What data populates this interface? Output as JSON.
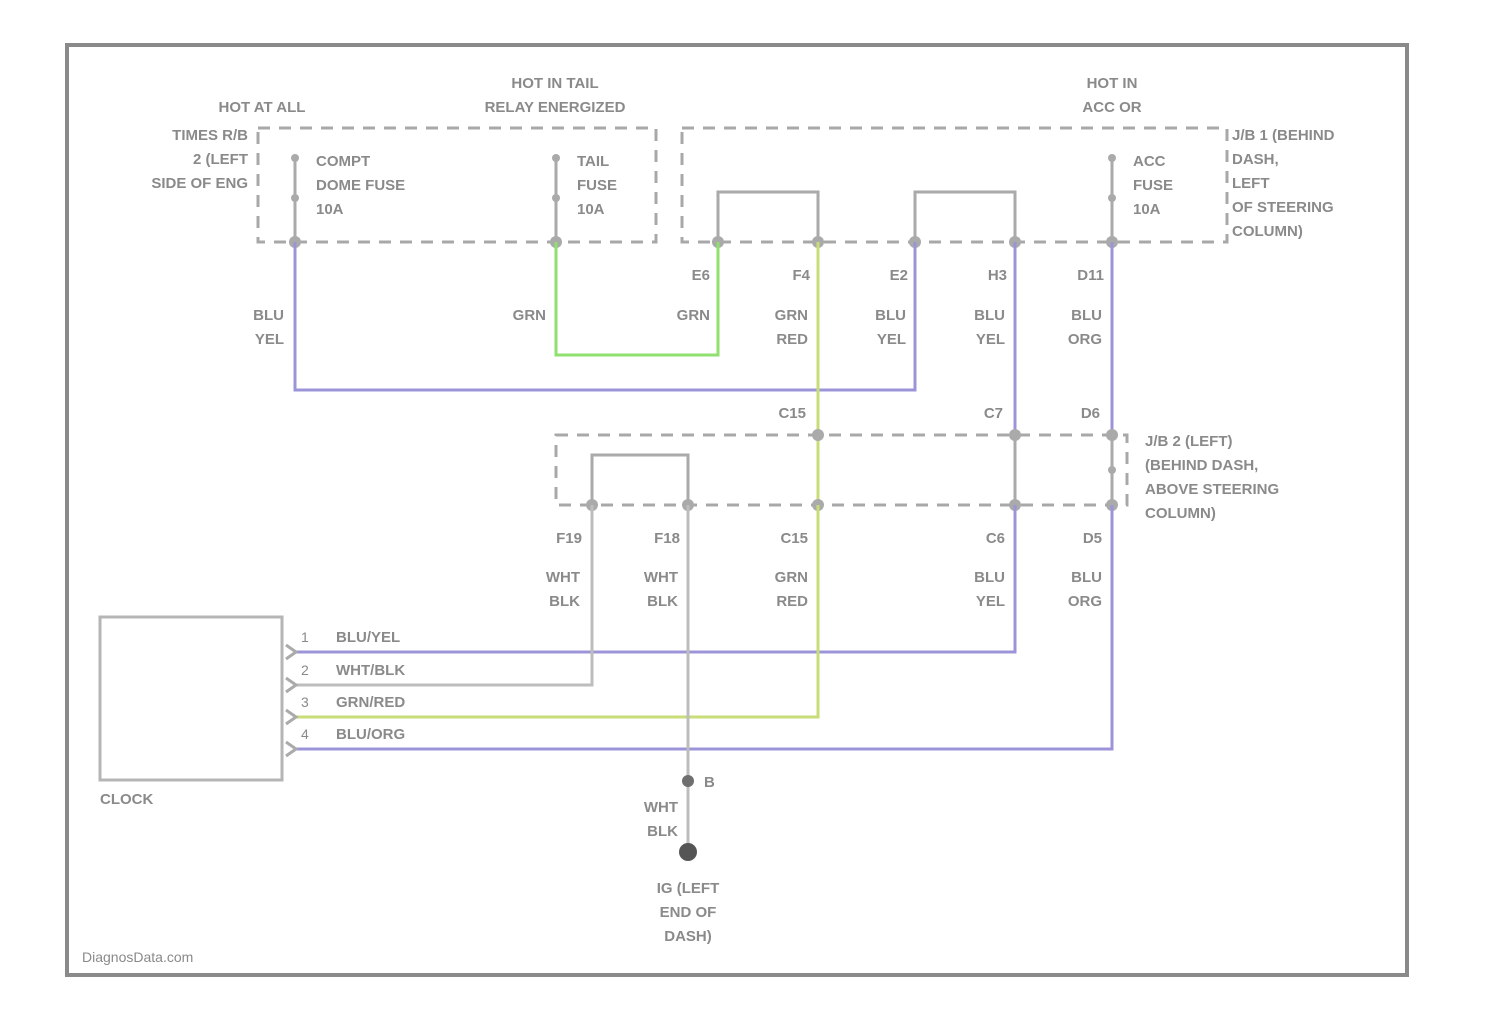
{
  "colors": {
    "border": "#8a8a8a",
    "dash": "#a8a8a8",
    "text": "#8a8a8a",
    "wire_blu": "#9b94d8",
    "wire_grn": "#8fe06f",
    "wire_grn_red": "#c8dc78",
    "wire_wht": "#bdbdbd"
  },
  "hot_labels": {
    "hot_at_all": "HOT AT ALL",
    "hot_tail_1": "HOT IN TAIL",
    "hot_tail_2": "RELAY ENERGIZED",
    "hot_acc_1": "HOT IN",
    "hot_acc_2": "ACC OR"
  },
  "fuse_box_left": {
    "location": [
      "TIMES R/B",
      "2 (LEFT",
      "SIDE OF ENG"
    ],
    "fuse1": [
      "COMPT",
      "DOME FUSE",
      "10A"
    ],
    "fuse2": [
      "TAIL",
      "FUSE",
      "10A"
    ]
  },
  "junction_block_1": {
    "fuse": [
      "ACC",
      "FUSE",
      "10A"
    ],
    "location": [
      "J/B 1 (BEHIND",
      "DASH,",
      "LEFT",
      "OF STEERING",
      "COLUMN)"
    ]
  },
  "junction_block_2": {
    "location": [
      "J/B 2 (LEFT)",
      "(BEHIND DASH,",
      "ABOVE STEERING",
      "COLUMN)"
    ]
  },
  "connectors_top": [
    "E6",
    "F4",
    "E2",
    "H3",
    "D11"
  ],
  "connectors_mid": [
    "C15",
    "C7",
    "D6"
  ],
  "connectors_low": [
    "F19",
    "F18",
    "C15",
    "C6",
    "D5"
  ],
  "wire_labels_top": [
    [
      "BLU",
      "YEL"
    ],
    [
      "GRN"
    ],
    [
      "GRN"
    ],
    [
      "GRN",
      "RED"
    ],
    [
      "BLU",
      "YEL"
    ],
    [
      "BLU",
      "YEL"
    ],
    [
      "BLU",
      "ORG"
    ]
  ],
  "wire_labels_low": [
    [
      "WHT",
      "BLK"
    ],
    [
      "WHT",
      "BLK"
    ],
    [
      "GRN",
      "RED"
    ],
    [
      "BLU",
      "YEL"
    ],
    [
      "BLU",
      "ORG"
    ]
  ],
  "clock": {
    "label": "CLOCK",
    "pins": [
      {
        "num": "1",
        "wire": "BLU/YEL"
      },
      {
        "num": "2",
        "wire": "WHT/BLK"
      },
      {
        "num": "3",
        "wire": "GRN/RED"
      },
      {
        "num": "4",
        "wire": "BLU/ORG"
      }
    ]
  },
  "ground": {
    "splice": "B",
    "wire": [
      "WHT",
      "BLK"
    ],
    "location": [
      "IG (LEFT",
      "END OF",
      "DASH)"
    ]
  },
  "watermark": "DiagnosData.com"
}
